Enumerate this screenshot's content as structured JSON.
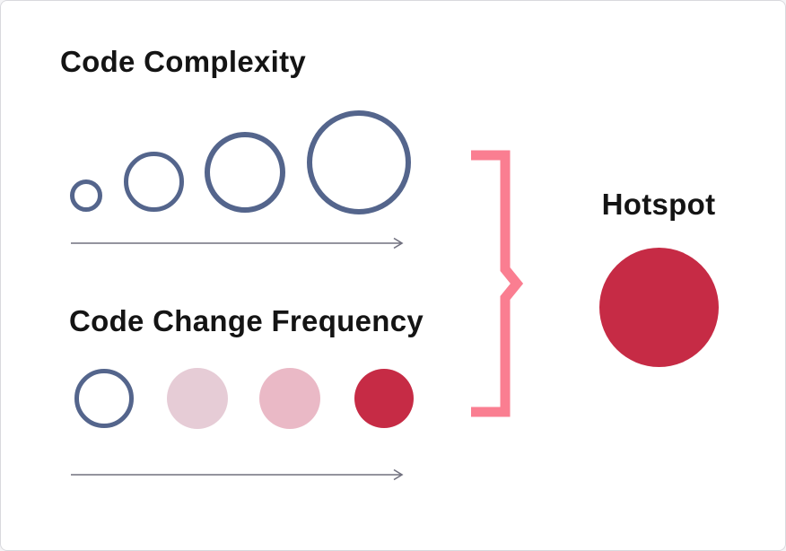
{
  "colors": {
    "text": "#141414",
    "slate-blue": "#54658c",
    "pink-light": "#e6ccd6",
    "pink-medium": "#eab9c6",
    "crimson": "#c62b45",
    "brace-pink": "#fa7e91",
    "arrow-gray": "#70707f",
    "canvas-background": "#ffffff",
    "canvas-border": "#d9d9dd"
  },
  "diagram": {
    "complexity_row": {
      "title": "Code Complexity",
      "circle_count": 4,
      "circles": [
        {
          "style": "outlined",
          "relative_size": 1
        },
        {
          "style": "outlined",
          "relative_size": 2
        },
        {
          "style": "outlined",
          "relative_size": 3
        },
        {
          "style": "outlined",
          "relative_size": 4
        }
      ]
    },
    "frequency_row": {
      "title": "Code Change Frequency",
      "circle_count": 4,
      "circles": [
        {
          "style": "outlined",
          "fill": "none"
        },
        {
          "style": "filled",
          "fill": "#e6ccd6"
        },
        {
          "style": "filled",
          "fill": "#eab9c6"
        },
        {
          "style": "filled",
          "fill": "#c62b45"
        }
      ]
    },
    "result": {
      "title": "Hotspot",
      "circle": {
        "style": "filled",
        "fill": "#c62b45"
      }
    }
  }
}
